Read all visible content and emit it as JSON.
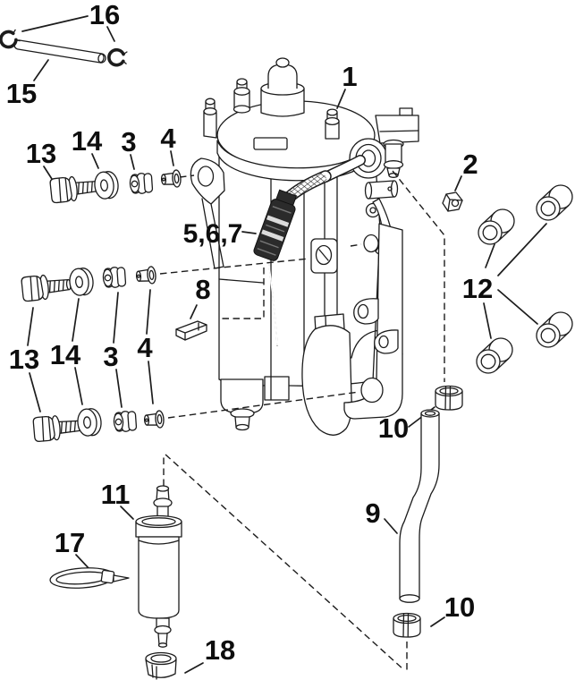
{
  "diagram": {
    "bg_color": "#ffffff",
    "line_color": "#1c1c1c",
    "connector_color": "#2b2b2b",
    "labels": {
      "part_1": "1",
      "part_2": "2",
      "part_5_6_7": "5,6,7",
      "part_8": "8",
      "part_9": "9",
      "part_10_top": "10",
      "part_10_bottom": "10",
      "part_11": "11",
      "part_12": "12",
      "part_15": "15",
      "part_16": "16",
      "part_17": "17",
      "part_18": "18",
      "row1_bolt_13": "13",
      "row1_washer_14": "14",
      "row1_grommet_3": "3",
      "row1_bushing_4": "4",
      "row2_bolt_13": "13",
      "row2_washer_14": "14",
      "row2_grommet_3": "3",
      "row2_bushing_4": "4"
    }
  }
}
